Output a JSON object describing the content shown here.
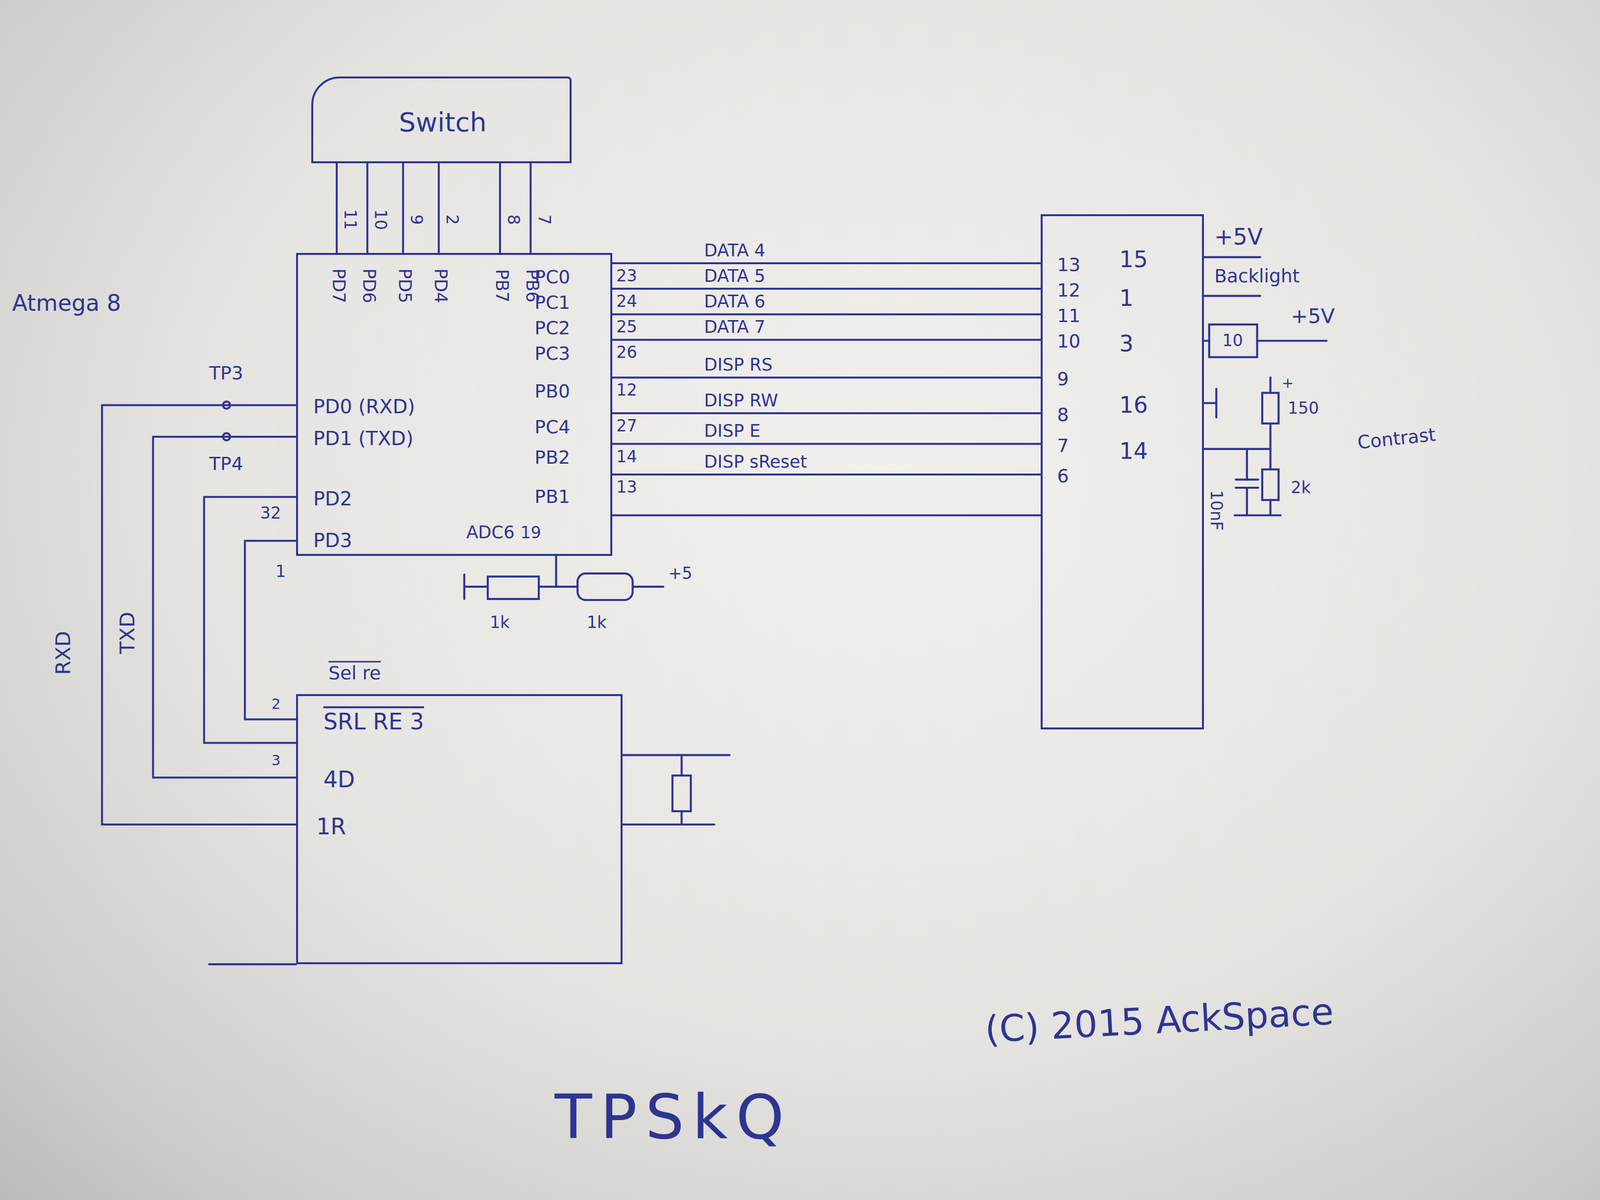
{
  "diagram": {
    "title": "TPSkQ",
    "nodes": [
      {
        "text": [
          "Switch"
        ]
      },
      {
        "text": [
          "Atmega 8",
          "PD7",
          "PD6",
          "PD5",
          "PD4",
          "PB7",
          "PB6",
          "PD0 (RXD)",
          "PD1 (TXD)",
          "PD2",
          "PD3",
          "PC0",
          "PC1",
          "PC2",
          "PC3",
          "PB0",
          "PC4",
          "PB2",
          "PB1",
          "ADC6"
        ]
      },
      {
        "text": [
          "13",
          "12",
          "11",
          "10",
          "9",
          "8",
          "7",
          "6",
          "15",
          "1",
          "3",
          "16",
          "14"
        ]
      },
      {
        "text": [
          "Sel re",
          "SRL RE 3",
          "4D",
          "1R"
        ]
      }
    ],
    "edges": [
      {
        "from": 0,
        "to": 1,
        "arrow": "none"
      },
      {
        "from": 0,
        "to": 1,
        "arrow": "none"
      },
      {
        "from": 0,
        "to": 1,
        "arrow": "none"
      },
      {
        "from": 0,
        "to": 1,
        "arrow": "none"
      },
      {
        "from": 0,
        "to": 1,
        "arrow": "none"
      },
      {
        "from": 0,
        "to": 1,
        "arrow": "none"
      },
      {
        "from": 1,
        "to": 2,
        "label": "DATA 4",
        "arrow": "none"
      },
      {
        "from": 1,
        "to": 2,
        "label": "DATA 5",
        "arrow": "none"
      },
      {
        "from": 1,
        "to": 2,
        "label": "DATA 6",
        "arrow": "none"
      },
      {
        "from": 1,
        "to": 2,
        "label": "DATA 7",
        "arrow": "none"
      },
      {
        "from": 1,
        "to": 2,
        "label": "DISP RS",
        "arrow": "none"
      },
      {
        "from": 1,
        "to": 2,
        "label": "DISP RW",
        "arrow": "none"
      },
      {
        "from": 1,
        "to": 2,
        "label": "DISP E",
        "arrow": "none"
      },
      {
        "from": 1,
        "to": 2,
        "label": "DISP sReset",
        "arrow": "none"
      },
      {
        "from": 1,
        "to": 2,
        "arrow": "none"
      },
      {
        "from": 1,
        "to": 3,
        "label": "RXD",
        "arrow": "none"
      },
      {
        "from": 1,
        "to": 3,
        "label": "TXD",
        "arrow": "none"
      },
      {
        "from": 1,
        "to": 3,
        "arrow": "none"
      },
      {
        "from": 1,
        "to": 3,
        "arrow": "none"
      }
    ],
    "labels": [
      "TP3",
      "TP4",
      "32",
      "1",
      "19",
      "1k",
      "1k",
      "+5",
      "23",
      "24",
      "25",
      "26",
      "12",
      "27",
      "14",
      "13",
      "11",
      "10",
      "9",
      "2",
      "8",
      "7",
      "+5V",
      "Backlight",
      "10",
      "+5V",
      "+",
      "150",
      "Contrast",
      "2k",
      "10nF",
      "2",
      "3",
      "(C) 2015 AckSpace"
    ]
  }
}
